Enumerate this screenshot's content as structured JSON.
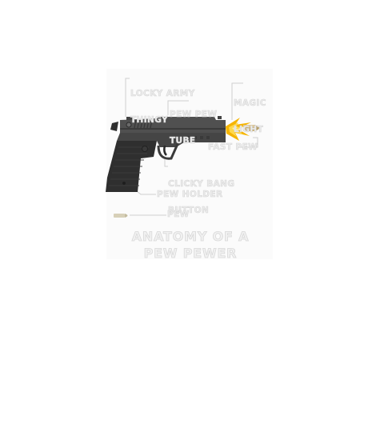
{
  "labels": {
    "safety_line1": "LOCKY ARMY",
    "safety_line2": "THINGY",
    "barrel_line1": "PEW PEW",
    "barrel_line2": "TUBE",
    "sight_line1": "MAGIC",
    "sight_line2": "LIGHT",
    "bullet_exit": "FAST PEW",
    "trigger_line1": "CLICKY BANG",
    "trigger_line2": "BUTTON",
    "magazine": "PEW HOLDER",
    "bullet": "PEW"
  },
  "title": {
    "line1": "ANATOMY OF A",
    "line2": "PEW PEWER"
  },
  "colors": {
    "gun_dark": "#3a3a3a",
    "gun_mid": "#4a4a4a",
    "leader_lines": "#cfcfcf",
    "label_fill": "#ececec",
    "muzzle_flash": "#f5b400",
    "bullet_casing": "#c9b27a"
  }
}
